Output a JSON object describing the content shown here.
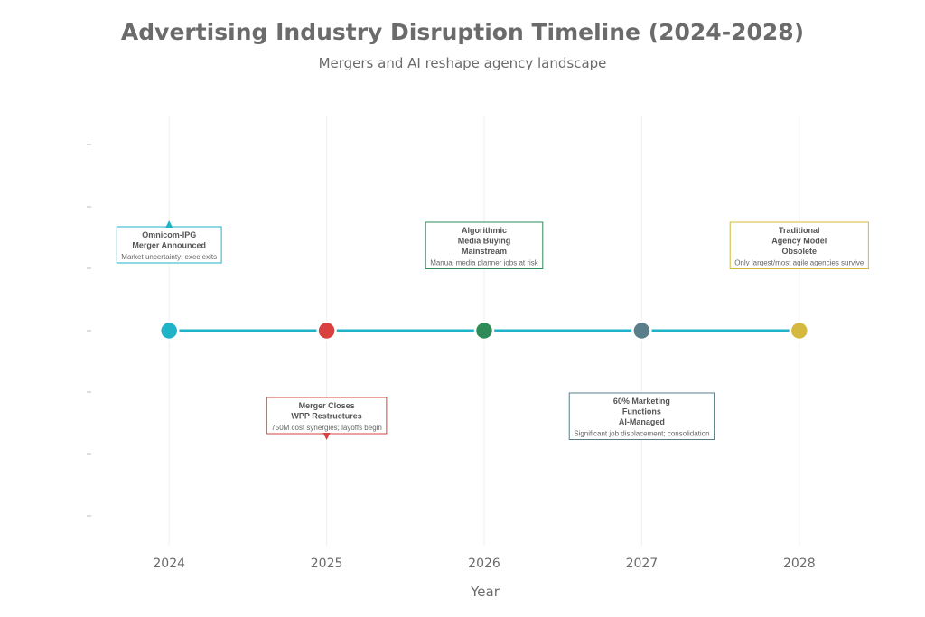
{
  "chart_data": {
    "type": "timeline",
    "title": "Advertising Industry Disruption Timeline (2024-2028)",
    "subtitle": "Mergers and AI reshape agency landscape",
    "xlabel": "Year",
    "x_ticks": [
      "2024",
      "2025",
      "2026",
      "2027",
      "2028"
    ],
    "xlim": [
      2023.5,
      2028.5
    ],
    "line_color": "#1fb3c8",
    "grid": true,
    "events": [
      {
        "year": 2024,
        "title_lines": [
          "Omnicom-IPG",
          "Merger Announced"
        ],
        "description": "Market uncertainty; exec exits",
        "color": "#1fb3c8",
        "position": "above",
        "arrow": true
      },
      {
        "year": 2025,
        "title_lines": [
          "Merger Closes",
          "WPP Restructures"
        ],
        "description": "750M cost synergies; layoffs begin",
        "color": "#d94040",
        "position": "below",
        "arrow": true
      },
      {
        "year": 2026,
        "title_lines": [
          "Algorithmic",
          "Media Buying",
          "Mainstream"
        ],
        "description": "Manual media planner jobs at risk",
        "color": "#2e8b57",
        "position": "above",
        "arrow": false
      },
      {
        "year": 2027,
        "title_lines": [
          "60% Marketing",
          "Functions",
          "AI-Managed"
        ],
        "description": "Significant job displacement; consolidation",
        "color": "#5a7f8a",
        "position": "below",
        "arrow": false
      },
      {
        "year": 2028,
        "title_lines": [
          "Traditional",
          "Agency Model",
          "Obsolete"
        ],
        "description": "Only largest/most agile agencies survive",
        "color": "#d4b83f",
        "position": "above",
        "arrow": false
      }
    ]
  }
}
